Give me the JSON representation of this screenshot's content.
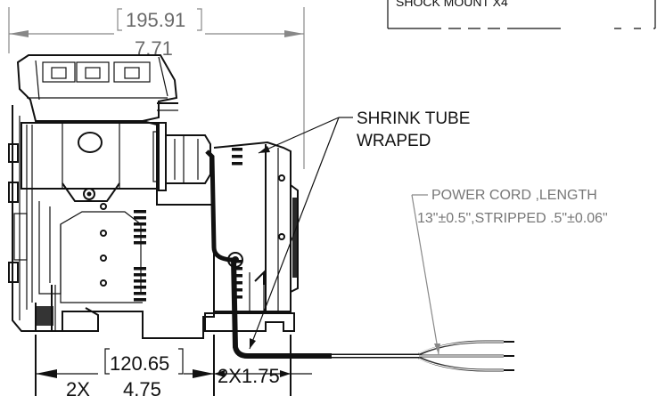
{
  "dimensions": {
    "overall_mm": "195.91",
    "overall_in": "7.71",
    "spacing_mm": "120.65",
    "spacing_in": "4.75",
    "spacing_qty": "2X",
    "foot_width": "2X1.75"
  },
  "notes": {
    "shock_mount": "SHOCK MOUNT X4",
    "shrink_tube_line1": "SHRINK TUBE",
    "shrink_tube_line2": "WRAPED",
    "power_cord_line1": "POWER CORD ,LENGTH",
    "power_cord_line2": "13\"±0.5\",STRIPPED .5\"±0.06\""
  }
}
